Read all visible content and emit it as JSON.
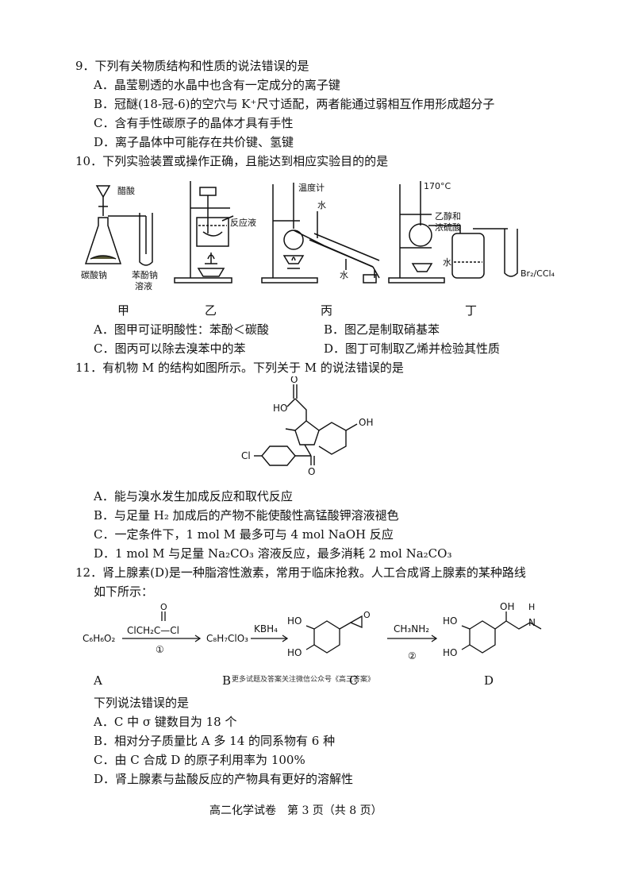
{
  "q9": {
    "stem": "9．下列有关物质结构和性质的说法错误的是",
    "options": [
      "A．晶莹剔透的水晶中也含有一定成分的离子键",
      "B．冠醚(18-冠-6)的空穴与 K⁺尺寸适配，两者能通过弱相互作用形成超分子",
      "C．含有手性碳原子的晶体才具有手性",
      "D．离子晶体中可能存在共价键、氢键"
    ]
  },
  "q10": {
    "stem": "10．下列实验装置或操作正确，且能达到相应实验目的的是",
    "labels": {
      "jia_acid": "醋酸",
      "jia_left": "碳酸钠",
      "jia_right1": "苯酚钠",
      "jia_right2": "溶液",
      "yi_liquid": "反应液",
      "bing_thermo": "温度计",
      "bing_water_top": "水",
      "bing_water_bottom": "水",
      "ding_temp": "170°C",
      "ding_reagent1": "乙醇和",
      "ding_reagent2": "浓硫酸",
      "ding_water": "水",
      "ding_br": "Br₂/CCl₄"
    },
    "captions": [
      "甲",
      "乙",
      "丙",
      "丁"
    ],
    "options": [
      "A．图甲可证明酸性：苯酚＜碳酸",
      "B．图乙是制取硝基苯",
      "C．图丙可以除去溴苯中的苯",
      "D．图丁可制取乙烯并检验其性质"
    ]
  },
  "q11": {
    "stem": "11．有机物 M 的结构如图所示。下列关于 M 的说法错误的是",
    "struct_labels": {
      "cooh": "HO",
      "oh": "OH",
      "cl": "Cl",
      "o_top": "O",
      "o_keto": "O"
    },
    "options": [
      "A．能与溴水发生加成反应和取代反应",
      "B．与足量 H₂ 加成后的产物不能使酸性高锰酸钾溶液褪色",
      "C．一定条件下，1 mol M 最多可与 4 mol NaOH 反应",
      "D．1 mol M 与足量 Na₂CO₃ 溶液反应，最多消耗 2 mol Na₂CO₃"
    ]
  },
  "q12": {
    "stem_line1": "12．肾上腺素(D)是一种脂溶性激素，常用于临床抢救。人工合成肾上腺素的某种路线",
    "stem_line2": "如下所示：",
    "scheme": {
      "a_formula": "C₆H₆O₂",
      "reagent1": "ClCH₂C—Cl",
      "reagent1_o": "O",
      "step1": "①",
      "b_formula": "C₈H₇ClO₃",
      "reagent2": "KBH₄",
      "reagent3": "CH₃NH₂",
      "step2": "②",
      "ho1": "HO",
      "ho2": "HO",
      "ho3": "HO",
      "ho4": "HO",
      "oh_d": "OH",
      "n_d": "N",
      "h_d": "H",
      "o_epox": "O"
    },
    "compound_labels": [
      "A",
      "B",
      "C",
      "D"
    ],
    "watermark": "更多试题及答案关注微信公众号《高三答案》",
    "sub_stem": "下列说法错误的是",
    "options": [
      "A．C 中 σ 键数目为 18 个",
      "B．相对分子质量比 A 多 14 的同系物有 6 种",
      "C．由 C 合成 D 的原子利用率为 100%",
      "D．肾上腺素与盐酸反应的产物具有更好的溶解性"
    ]
  },
  "footer": "高二化学试卷　第 3 页（共 8 页）"
}
